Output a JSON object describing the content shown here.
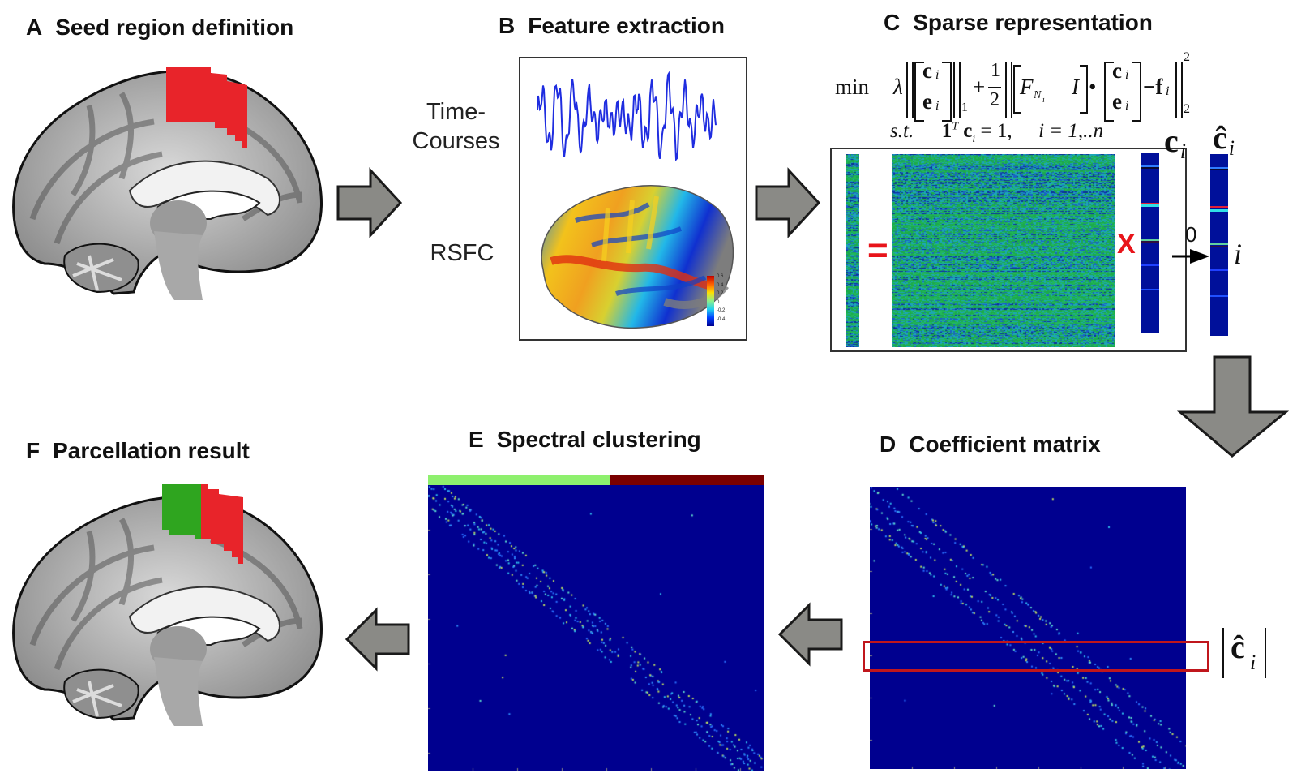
{
  "panels": {
    "A": {
      "letter": "A",
      "title": "Seed region definition",
      "seed_color": "#e8242a"
    },
    "B": {
      "letter": "B",
      "title": "Feature extraction",
      "row_labels": {
        "time_courses_1": "Time-",
        "time_courses_2": "Courses",
        "rsfc": "RSFC"
      },
      "colorbar_ticks": [
        "0.6",
        "0.4",
        "0.2",
        "0",
        "-0.2",
        "-0.4"
      ],
      "trace_color": "#1f2de0"
    },
    "C": {
      "letter": "C",
      "title": "Sparse representation",
      "objective": {
        "min": "min",
        "lambda": "λ",
        "norm1_sub": "1",
        "half_num": "1",
        "half_den": "2",
        "F": "F",
        "F_sub": "N",
        "F_sub_sub": "i",
        "I": "I",
        "dot": "•",
        "minus_f": "−f",
        "f_sub": "i",
        "norm2_sub": "2",
        "norm2_sup": "2",
        "c": "c",
        "e": "e",
        "idx": "i"
      },
      "constraint": {
        "st": "s.t.",
        "one": "1",
        "T": "T",
        "c": "c",
        "c_sub": "i",
        "eq1": "= 1,",
        "range": "i = 1,..n"
      },
      "equals_sign": "=",
      "times_sign": "X",
      "c_label": "c",
      "c_sub": "i",
      "chat_label": "ĉ",
      "chat_sub": "i",
      "zero_label": "0",
      "i_label": "i"
    },
    "D": {
      "letter": "D",
      "title": "Coefficient matrix",
      "abs_label": "ĉ",
      "abs_sub": "i",
      "highlight_color": "#c0161c"
    },
    "E": {
      "letter": "E",
      "title": "Spectral clustering",
      "cluster_colors": [
        "#8ef06e",
        "#7a0000"
      ],
      "cluster_split": 0.54
    },
    "F": {
      "letter": "F",
      "title": "Parcellation result",
      "parcel_colors": [
        "#2fa51f",
        "#e8242a"
      ]
    }
  },
  "colors": {
    "matrix_bg": "#00008f",
    "arrow_fill": "#8a8a86",
    "arrow_stroke": "#1a1a1a"
  }
}
